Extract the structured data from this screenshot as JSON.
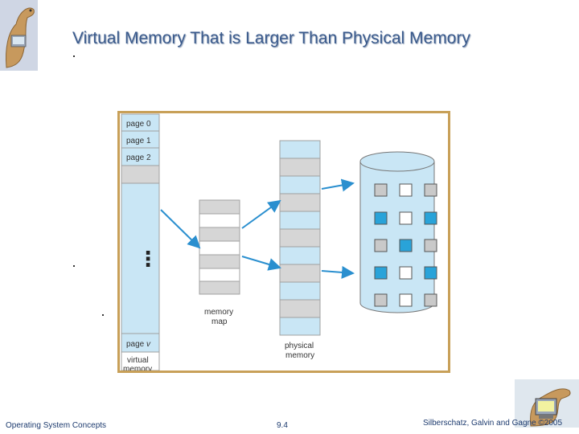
{
  "slide": {
    "title": "Virtual Memory That is Larger Than Physical Memory"
  },
  "diagram": {
    "virtual_pages": [
      "page 0",
      "page 1",
      "page 2"
    ],
    "last_page_prefix": "page ",
    "last_page_var": "v",
    "virtual_caption_1": "virtual",
    "virtual_caption_2": "memory",
    "map_caption_1": "memory",
    "map_caption_2": "map",
    "physical_caption_1": "physical",
    "physical_caption_2": "memory",
    "ellipsis": "⋮",
    "colors": {
      "blue_page": "#c9e6f5",
      "gray_page": "#d6d6d6",
      "disk_blue": "#29a3d9",
      "disk_gray": "#c9c9c9",
      "frame": "#c8a058"
    }
  },
  "footer": {
    "left": "Operating System Concepts",
    "center": "9.4",
    "right": "Silberschatz, Galvin and Gagne ©2005"
  }
}
